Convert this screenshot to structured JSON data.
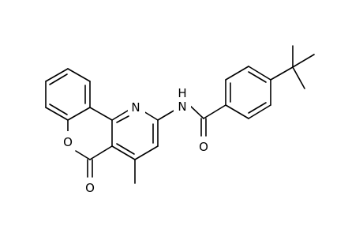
{
  "molecule": {
    "atoms": {
      "nitrogen_ring": "N",
      "nitrogen_amide": "N",
      "hydrogen_amide": "H",
      "oxygen_ring": "O",
      "oxygen_lactone": "O",
      "oxygen_amide": "O"
    }
  },
  "colors": {
    "background": "#ffffff",
    "bond": "#000000",
    "text": "#000000"
  }
}
